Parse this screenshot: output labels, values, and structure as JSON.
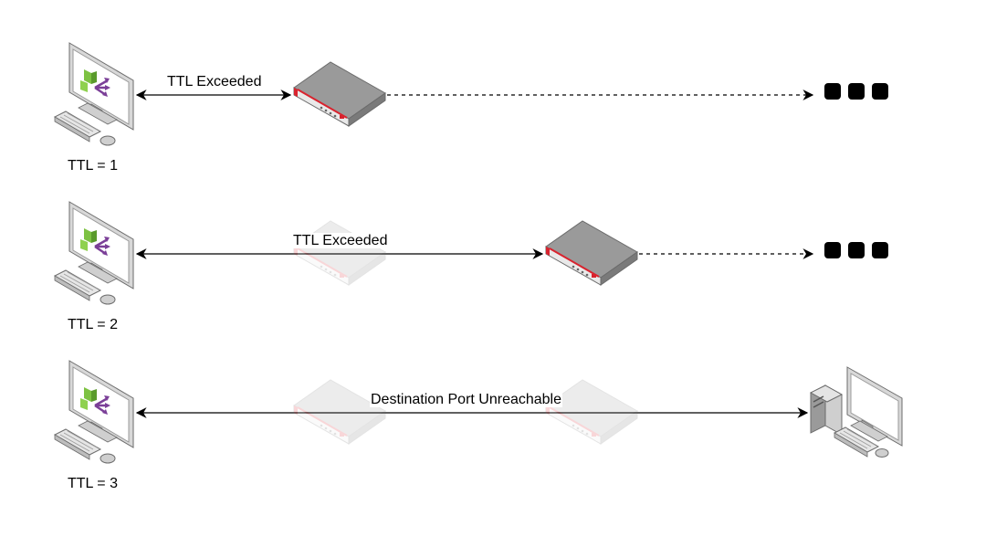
{
  "rows": [
    {
      "ttl_label": "TTL = 1",
      "message": "TTL Exceeded"
    },
    {
      "ttl_label": "TTL = 2",
      "message": "TTL Exceeded"
    },
    {
      "ttl_label": "TTL = 3",
      "message": "Destination Port Unreachable"
    }
  ],
  "colors": {
    "router_body": "#8a8a8a",
    "router_accent": "#d9232e",
    "monitor_frame": "#9c9c9c",
    "app_icon_green": "#7dc242",
    "app_icon_arrows": "#7b3f98",
    "ellipsis": "#000000"
  },
  "icons": [
    "monitor-with-app-icon",
    "router-icon",
    "faded-router-icon",
    "server-workstation-icon",
    "ellipsis-icon"
  ]
}
